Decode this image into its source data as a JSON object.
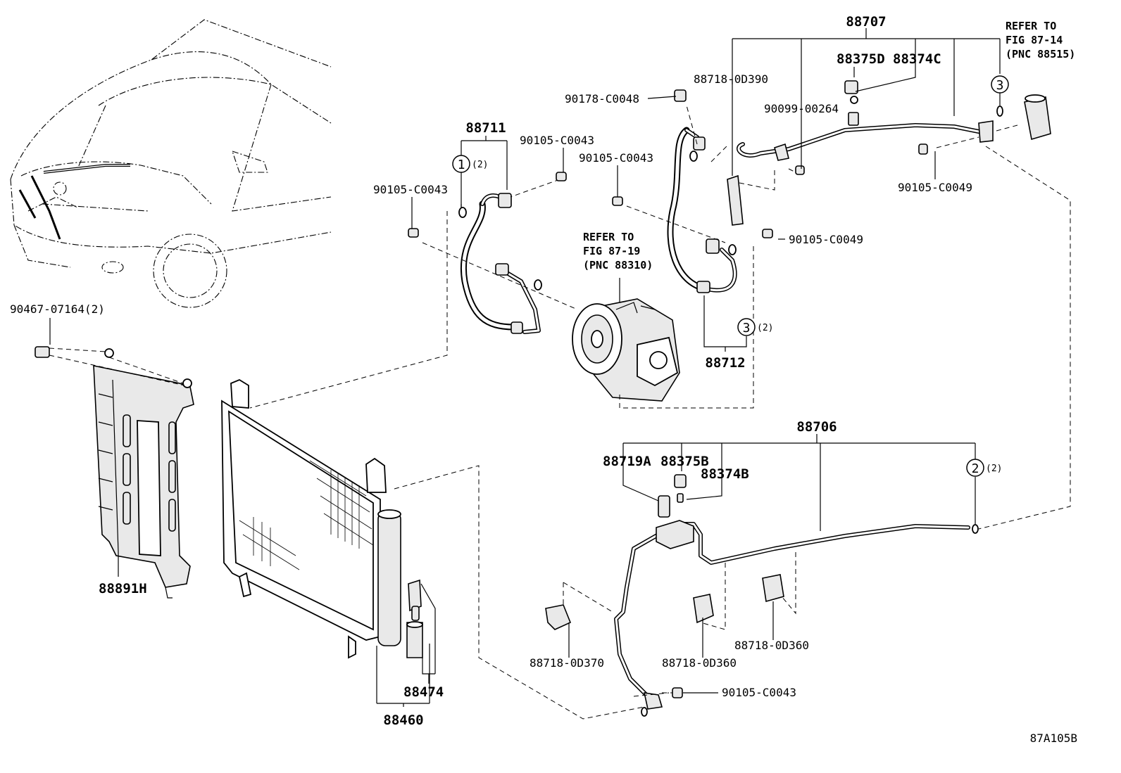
{
  "labels": {
    "p88707": "88707",
    "p88375D": "88375D",
    "p88374C": "88374C",
    "p88718_0D390": "88718-0D390",
    "p90178_C0048": "90178-C0048",
    "p90099_00264": "90099-00264",
    "p90105_C0049_a": "90105-C0049",
    "p90105_C0049_b": "90105-C0049",
    "p88711": "88711",
    "p90105_C0043_a": "90105-C0043",
    "p90105_C0043_b": "90105-C0043",
    "p90105_C0043_c": "90105-C0043",
    "p90105_C0043_d": "90105-C0043",
    "p88712": "88712",
    "p90467_07164": "90467-07164(2)",
    "p88891H": "88891H",
    "p88706": "88706",
    "p88719A": "88719A",
    "p88375B": "88375B",
    "p88374B": "88374B",
    "p88474": "88474",
    "p88460": "88460",
    "p88718_0D370": "88718-0D370",
    "p88718_0D360_a": "88718-0D360",
    "p88718_0D360_b": "88718-0D360",
    "figure_code": "87A105B"
  },
  "notes": {
    "refer_1_line1": "REFER TO",
    "refer_1_line2": "FIG 87-14",
    "refer_1_line3": "(PNC 88515)",
    "refer_2_line1": "REFER TO",
    "refer_2_line2": "FIG 87-19",
    "refer_2_line3": "(PNC 88310)"
  },
  "callouts": {
    "c1_num": "1",
    "c1_qty": "(2)",
    "c2_num": "2",
    "c2_qty": "(2)",
    "c3a_num": "3",
    "c3b_num": "3",
    "c3b_qty": "(2)"
  }
}
